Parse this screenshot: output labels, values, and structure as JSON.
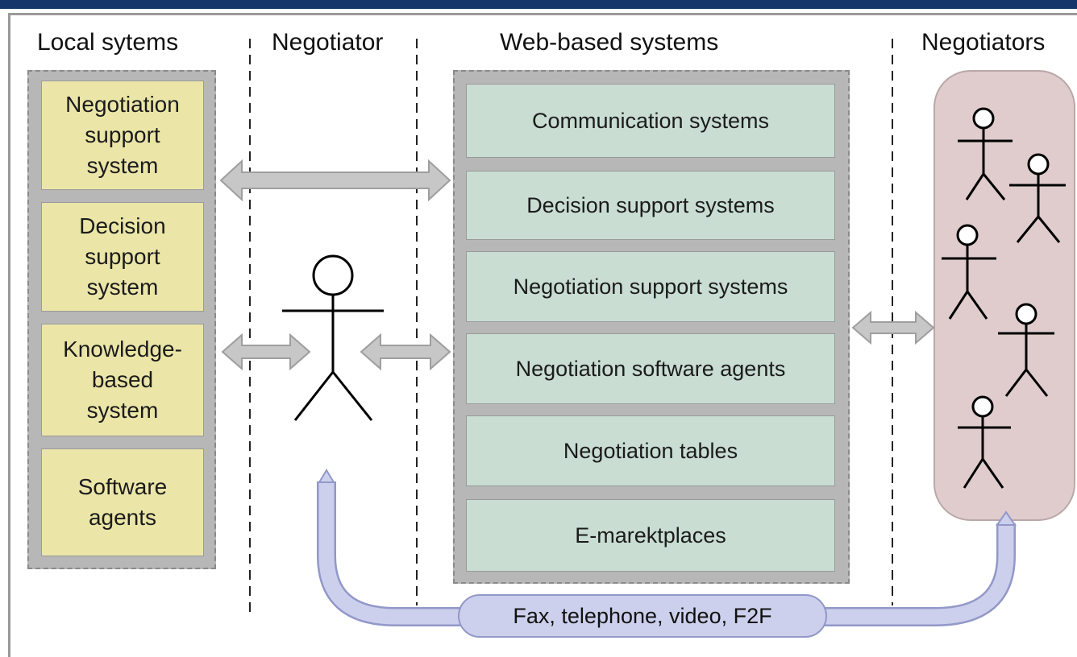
{
  "columns": {
    "local": "Local sytems",
    "negotiator": "Negotiator",
    "web": "Web-based systems",
    "negotiators": "Negotiators"
  },
  "local_systems": [
    "Negotiation\nsupport\nsystem",
    "Decision\nsupport\nsystem",
    "Knowledge-\nbased\nsystem",
    "Software\nagents"
  ],
  "web_systems": [
    "Communication systems",
    "Decision support systems",
    "Negotiation support systems",
    "Negotiation software agents",
    "Negotiation tables",
    "E-marektplaces"
  ],
  "channels": {
    "label": "Fax, telephone, video, F2F"
  },
  "colors": {
    "header_bar": "#14366a",
    "local_box": "#ebe6a8",
    "web_box": "#c9ddd3",
    "panel": "#b7b7b7",
    "negotiators_panel": "#e0cccc",
    "channel": "#ccd0ec"
  }
}
